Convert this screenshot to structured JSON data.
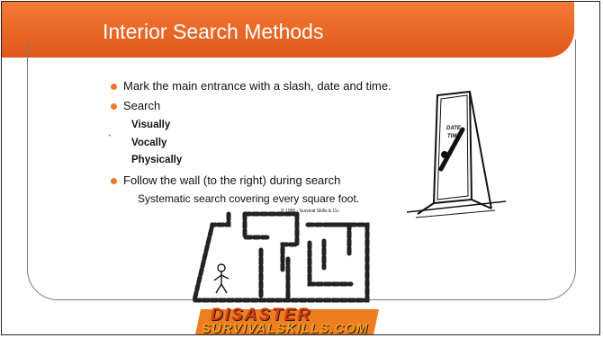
{
  "slide": {
    "title": "Interior Search Methods",
    "bullets": [
      {
        "text": "Mark the main entrance with a slash, date and time."
      },
      {
        "text": "Search"
      },
      {
        "text": "Follow the wall (to the right) during search"
      }
    ],
    "sub_items": [
      "Visually",
      "Vocally",
      "Physically"
    ],
    "stray_mark": "`",
    "detail": "Systematic search covering every square foot.",
    "door_label_line1": "DATE",
    "door_label_line2": "TIME",
    "maze_copyright": "© 1996 - Survival Skills & Co.",
    "logo_top": "DISASTER",
    "logo_bottom": "SURVIVALSKILLS.COM"
  },
  "colors": {
    "title_bar": "#e8651f",
    "bullet": "#f07828",
    "panel_border": "#7a7a7a"
  }
}
